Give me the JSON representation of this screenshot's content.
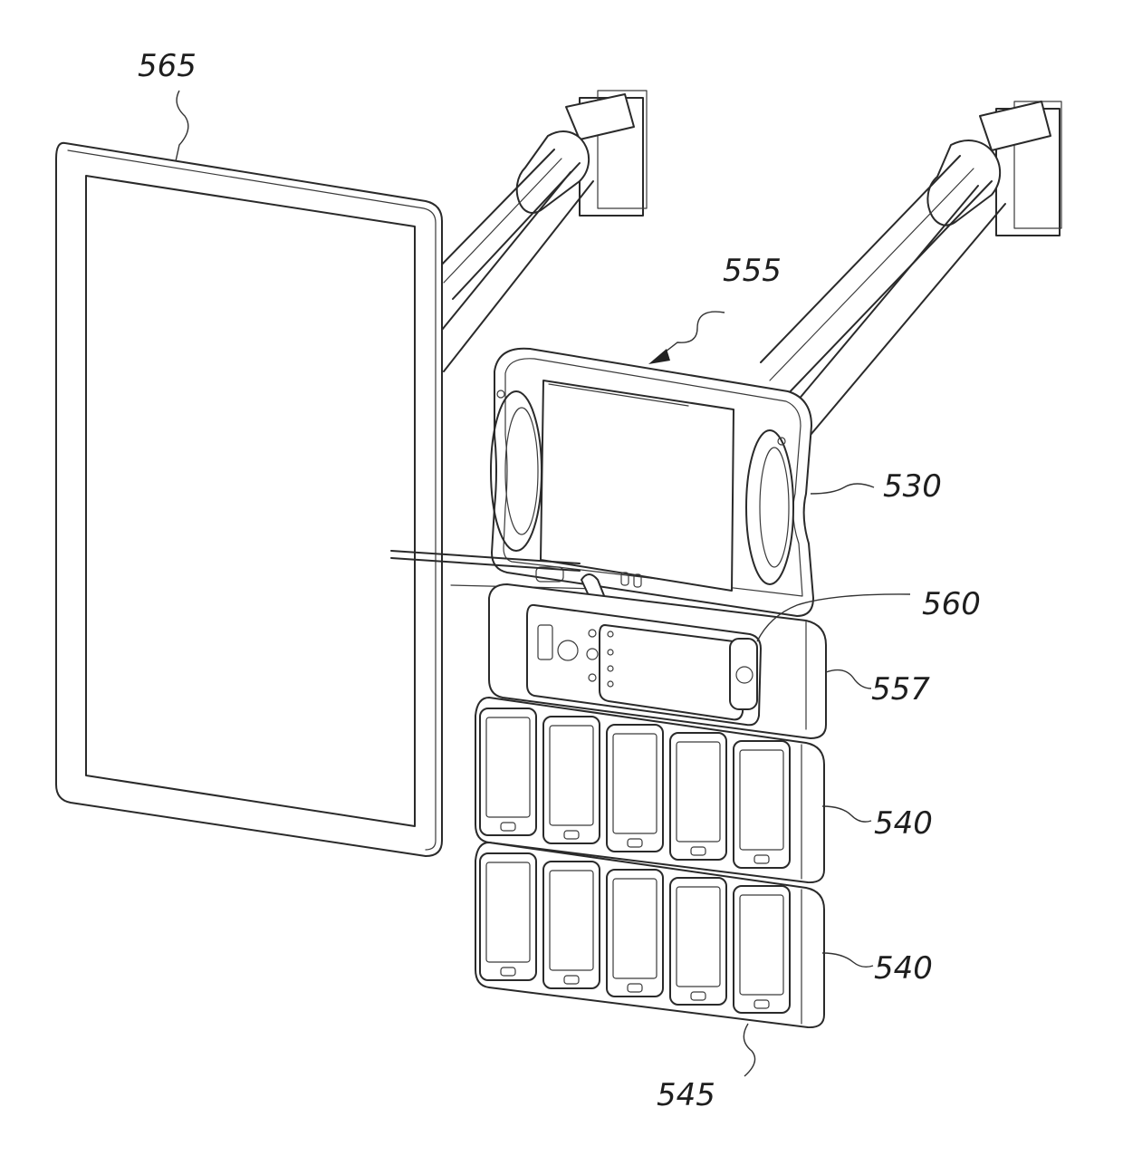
{
  "figure": {
    "labels": {
      "display": "565",
      "assembly": "555",
      "cradle": "530",
      "device": "560",
      "dock": "557",
      "module_upper": "540",
      "module_lower": "540",
      "handheld": "545"
    },
    "phone_rows": 2,
    "phones_per_row": 5
  }
}
